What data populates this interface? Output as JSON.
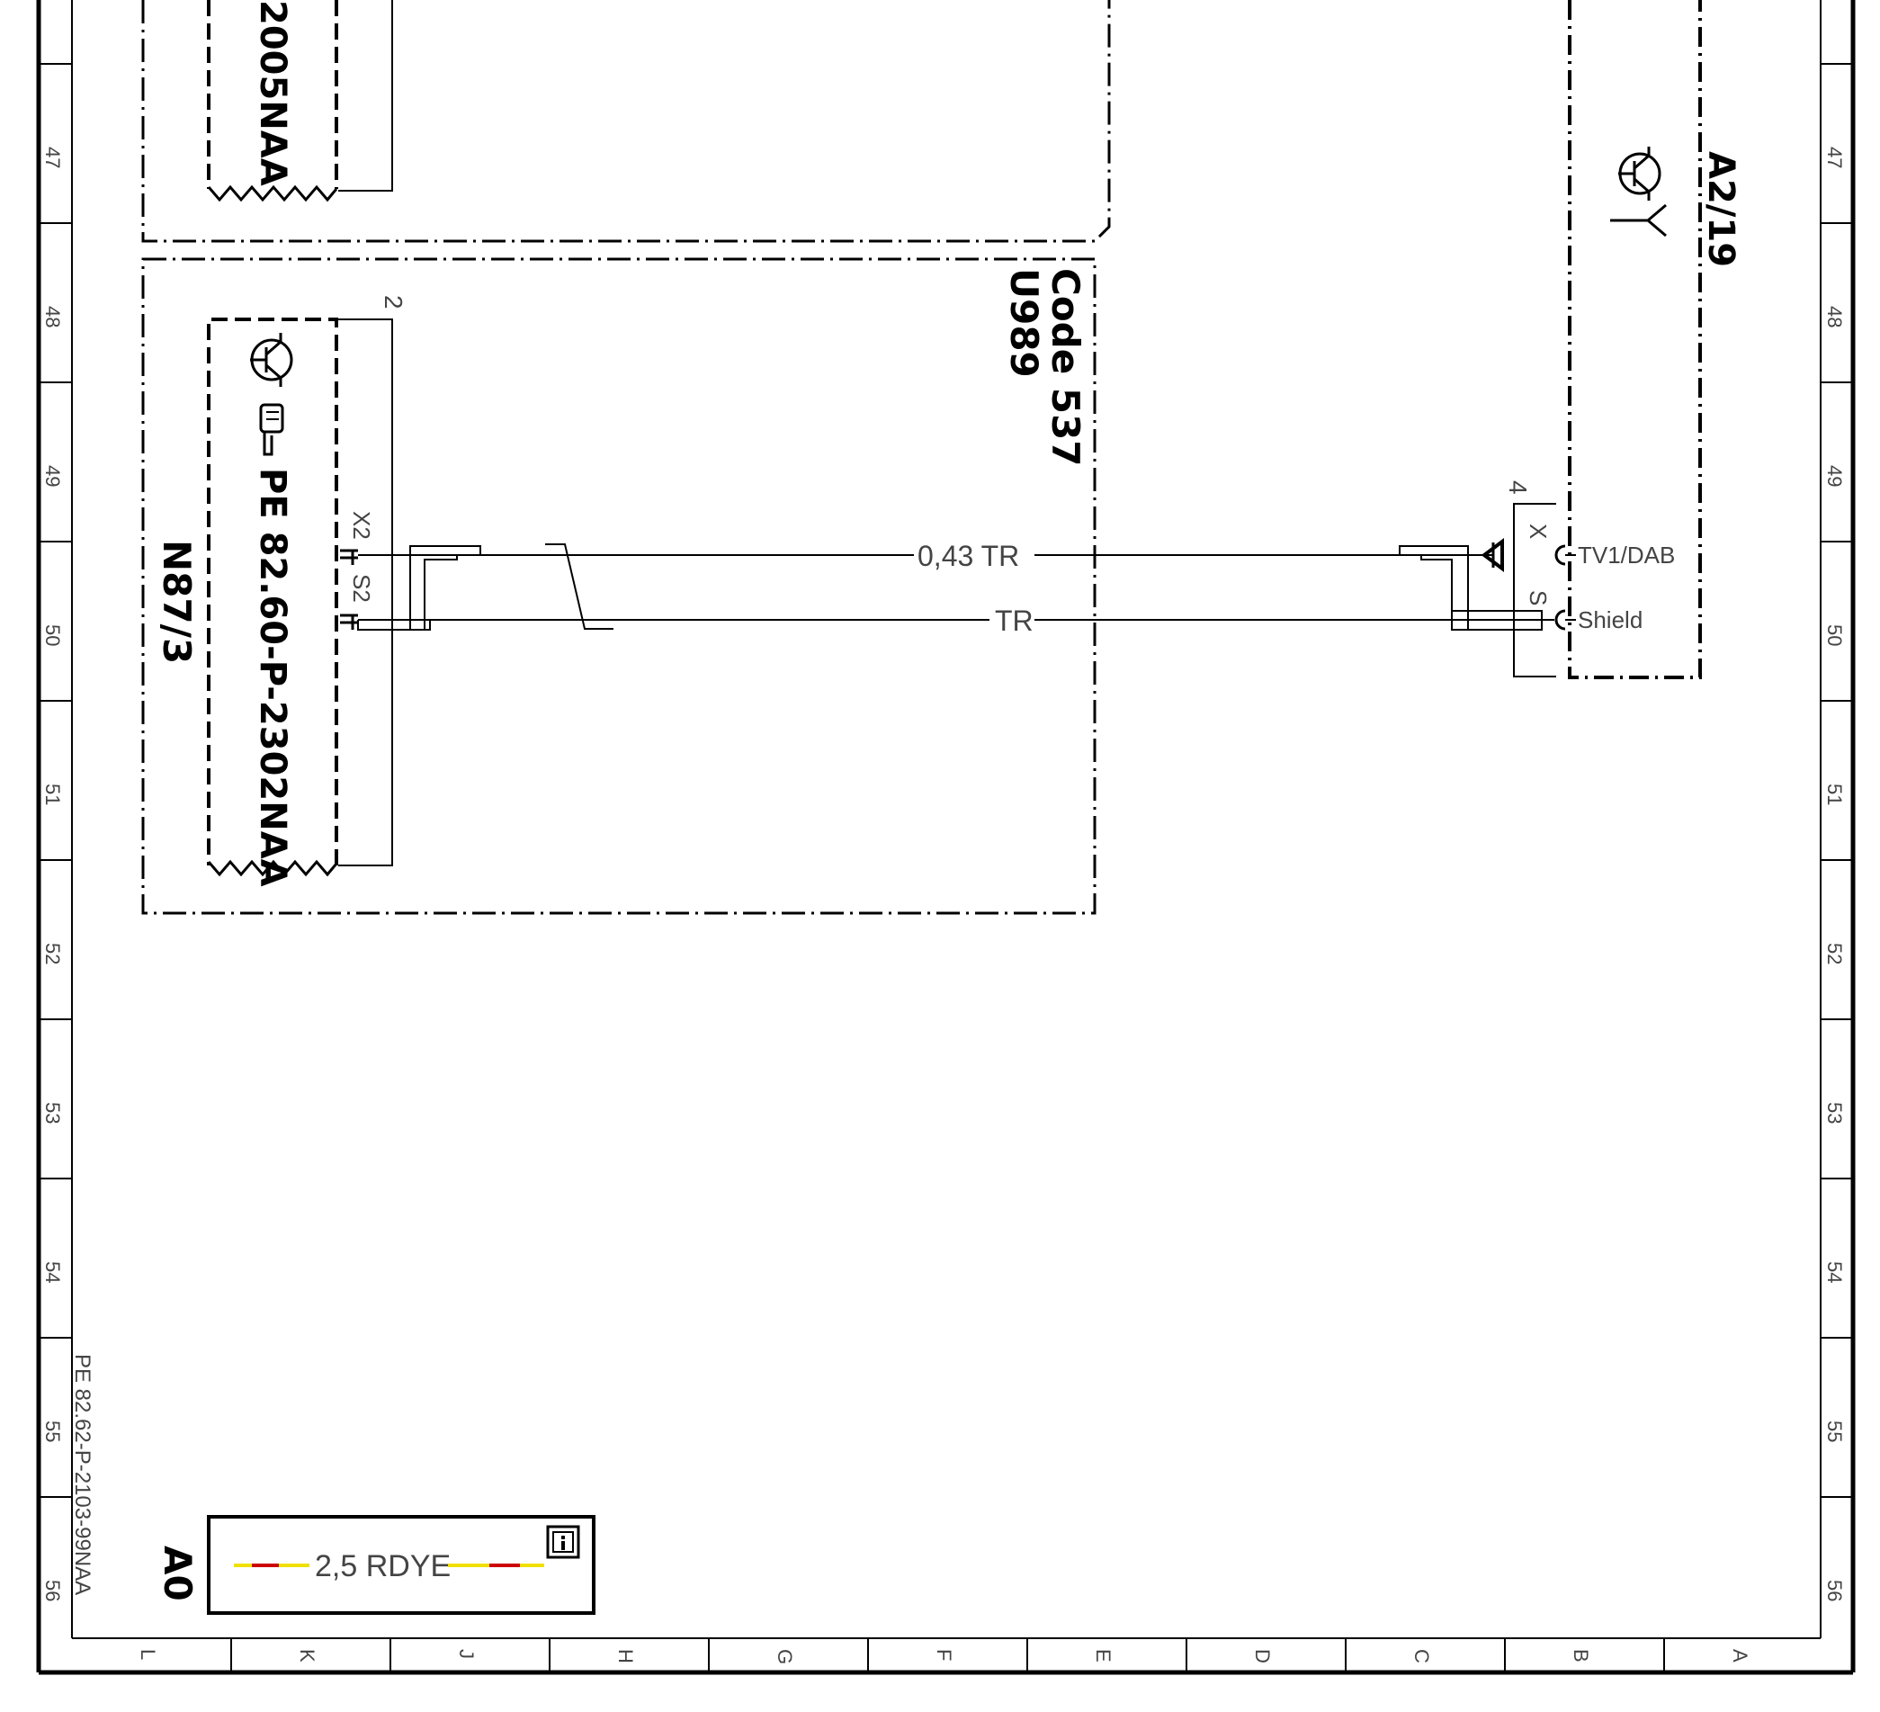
{
  "frame": {
    "row_labels": [
      "47",
      "48",
      "49",
      "50",
      "51",
      "52",
      "53",
      "54",
      "55",
      "56"
    ],
    "column_labels": [
      "L",
      "K",
      "J",
      "H",
      "G",
      "F",
      "E",
      "D",
      "C",
      "B",
      "A"
    ],
    "page_reference": "PE 82.62-P-2103-99NAA"
  },
  "upper_module": {
    "doc_ref_partial": "2005NAA"
  },
  "module_n87_3": {
    "code_label": "Code 537",
    "code_value": "U989",
    "connector_number": "2",
    "doc_ref": "PE 82.60-P-2302NAA",
    "component_id": "N87/3",
    "pins": [
      "X2",
      "S2"
    ]
  },
  "wires": [
    {
      "label": "0,43 TR",
      "color": "TR"
    },
    {
      "label": "TR",
      "color": "TR"
    }
  ],
  "antenna_module": {
    "component_id": "A2/19",
    "connector_number": "4",
    "pins": [
      "X",
      "S"
    ],
    "pin_names": [
      "TV1/DAB",
      "Shield"
    ]
  },
  "legend_box": {
    "section_label": "A0",
    "wire_label": "2,5 RDYE",
    "colors": {
      "red": "#cc0000",
      "yellow": "#f0e000"
    },
    "info_icon": "info-icon"
  }
}
